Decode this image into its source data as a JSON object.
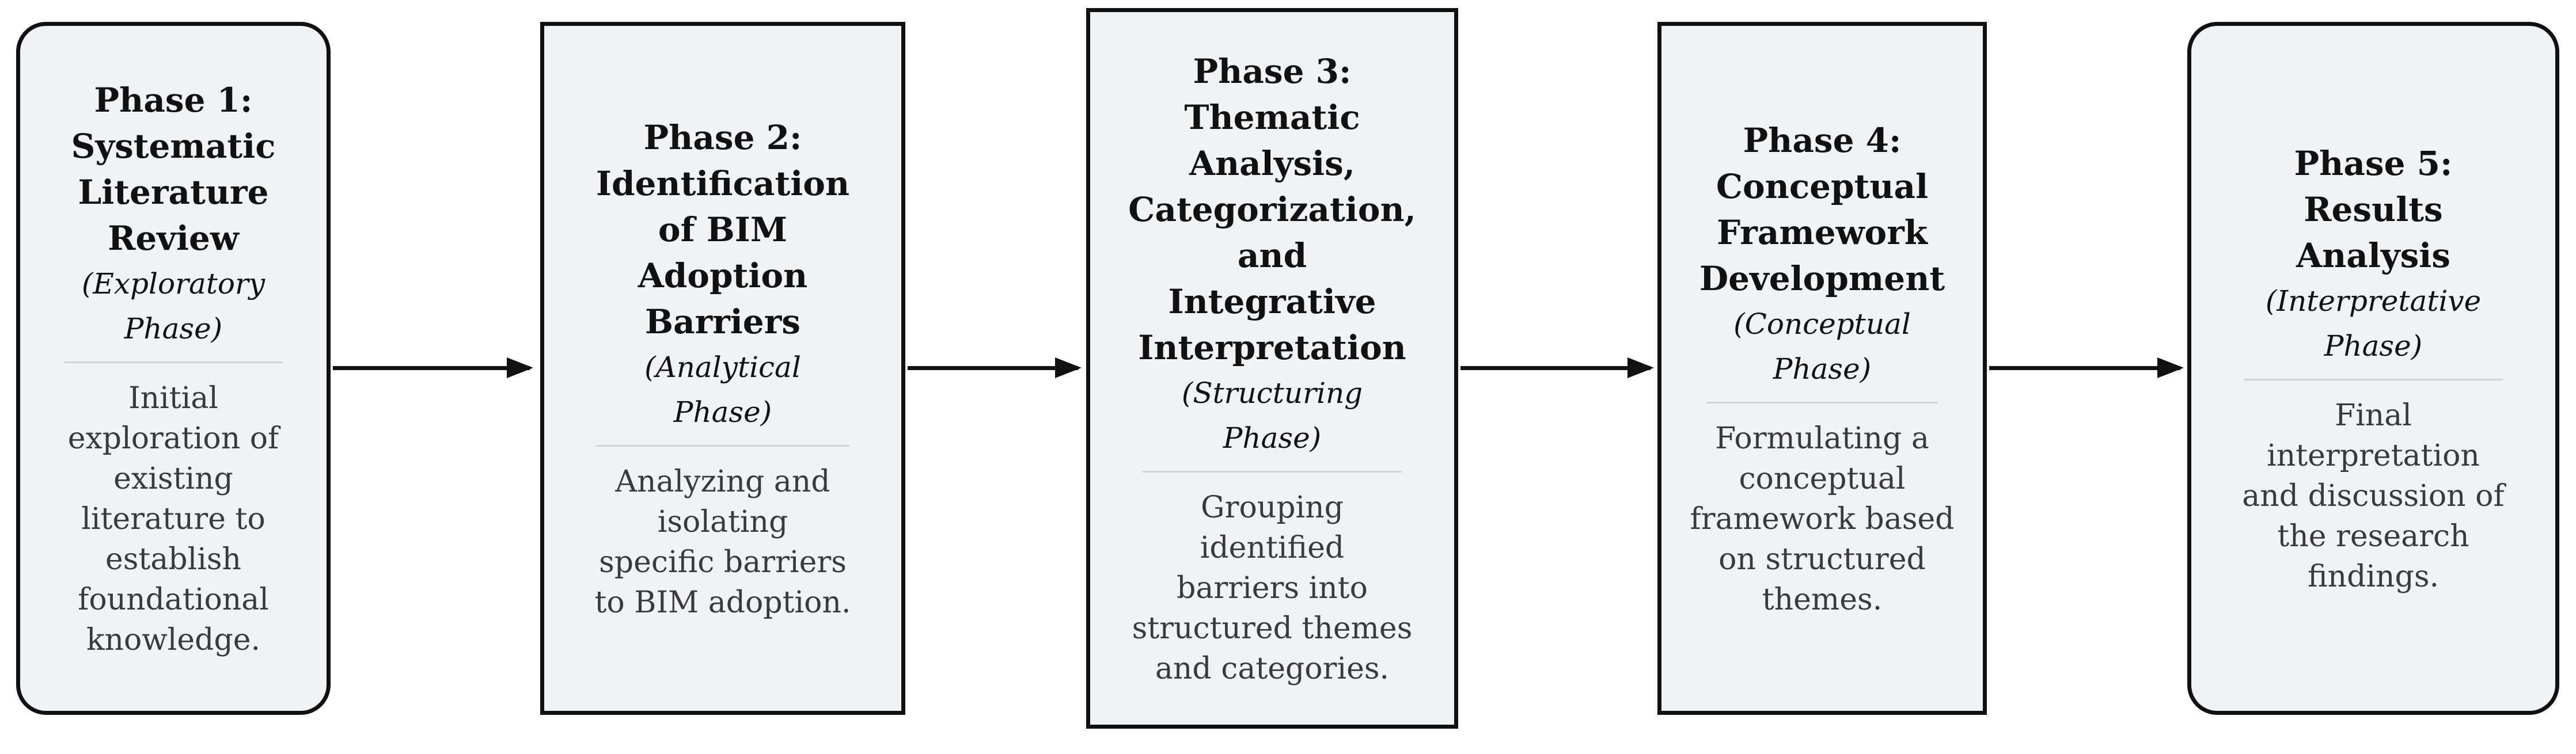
{
  "phases": [
    {
      "title_lines": [
        "Phase 1:",
        "Systematic",
        "Literature",
        "Review"
      ],
      "subtitle_lines": [
        "(Exploratory",
        "Phase)"
      ],
      "description_lines": [
        "Initial",
        "exploration of",
        "existing",
        "literature to",
        "establish",
        "foundational",
        "knowledge."
      ]
    },
    {
      "title_lines": [
        "Phase 2:",
        "Identification",
        "of BIM",
        "Adoption",
        "Barriers"
      ],
      "subtitle_lines": [
        "(Analytical",
        "Phase)"
      ],
      "description_lines": [
        "Analyzing and",
        "isolating",
        "specific barriers",
        "to BIM adoption."
      ]
    },
    {
      "title_lines": [
        "Phase 3:",
        "Thematic",
        "Analysis,",
        "Categorization,",
        "and",
        "Integrative",
        "Interpretation"
      ],
      "subtitle_lines": [
        "(Structuring",
        "Phase)"
      ],
      "description_lines": [
        "Grouping",
        "identified",
        "barriers into",
        "structured themes",
        "and categories."
      ]
    },
    {
      "title_lines": [
        "Phase 4:",
        "Conceptual",
        "Framework",
        "Development"
      ],
      "subtitle_lines": [
        "(Conceptual",
        "Phase)"
      ],
      "description_lines": [
        "Formulating a",
        "conceptual",
        "framework based",
        "on structured",
        "themes."
      ]
    },
    {
      "title_lines": [
        "Phase 5:",
        "Results",
        "Analysis"
      ],
      "subtitle_lines": [
        "(Interpretative",
        "Phase)"
      ],
      "description_lines": [
        "Final",
        "interpretation",
        "and discussion of",
        "the research",
        "findings."
      ]
    }
  ],
  "colors": {
    "box_fill": "#f1f2f4",
    "border": "#111111",
    "divider": "#cfd2d6",
    "description_text": "#3a3a3a"
  },
  "connector": "arrow-right"
}
